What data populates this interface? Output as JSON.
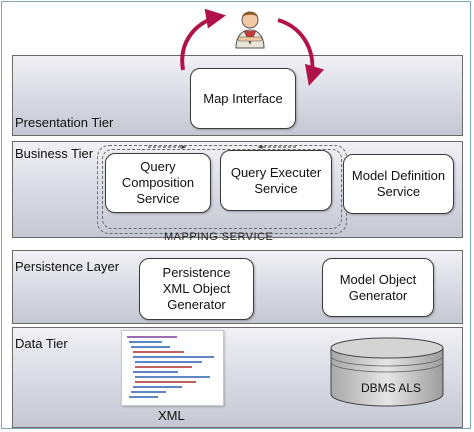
{
  "tiers": [
    {
      "label": "Presentation Tier"
    },
    {
      "label": "Business  Tier"
    },
    {
      "label": "Persistence Layer"
    },
    {
      "label": "Data  Tier"
    }
  ],
  "boxes": {
    "map_interface": "Map Interface",
    "query_composition": "Query\nComposition\nService",
    "query_executer": "Query Executer\nService",
    "model_definition": "Model Definition\nService",
    "persistence_xml": "Persistence\nXML Object\nGenerator",
    "model_object": "Model Object\nGenerator"
  },
  "mapping_service": "MAPPING SERVICE",
  "database_label": "DBMS ALS",
  "xml_label": "XML",
  "colors": {
    "arrow": "#b0124a",
    "tier_border": "#6a6a6a"
  },
  "icons": [
    "user-figure-icon",
    "xml-document-thumbnail",
    "database-cylinder-icon"
  ]
}
